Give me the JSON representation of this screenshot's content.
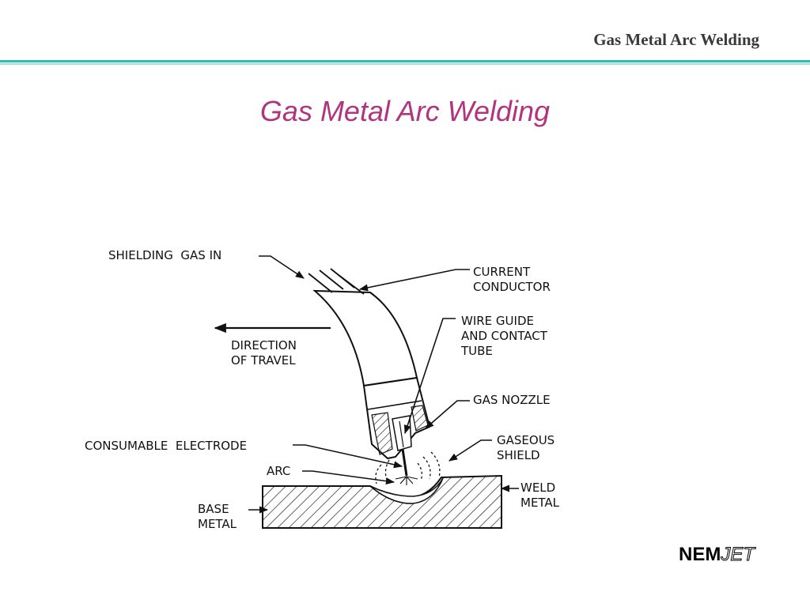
{
  "header": {
    "title": "Gas Metal Arc Welding"
  },
  "slide": {
    "title": "Gas Metal Arc Welding"
  },
  "diagram": {
    "labels": {
      "shielding_gas_in": "SHIELDING  GAS IN",
      "current_conductor_1": "CURRENT",
      "current_conductor_2": "CONDUCTOR",
      "direction_1": "DIRECTION",
      "direction_2": "OF TRAVEL",
      "wire_guide_1": "WIRE GUIDE",
      "wire_guide_2": "AND CONTACT",
      "wire_guide_3": "TUBE",
      "gas_nozzle": "GAS NOZZLE",
      "gaseous_1": "GASEOUS",
      "gaseous_2": "SHIELD",
      "consumable_electrode": "CONSUMABLE  ELECTRODE",
      "arc": "ARC",
      "base_1": "BASE",
      "base_2": "METAL",
      "weld_1": "WELD",
      "weld_2": "METAL"
    }
  },
  "logo": {
    "part1": "NEM",
    "part2": "JET"
  }
}
